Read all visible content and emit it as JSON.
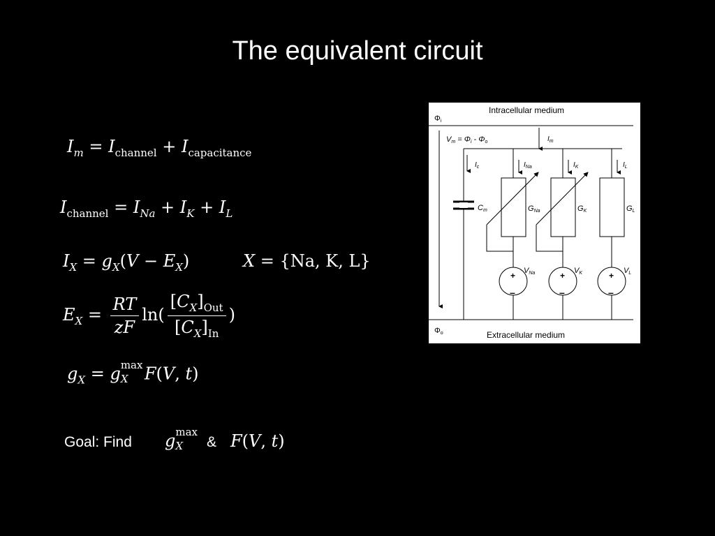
{
  "slide": {
    "title": "The equivalent circuit"
  },
  "goal": {
    "label": "Goal: Find",
    "ampersand": "&"
  },
  "circuit": {
    "intracellular": "Intracellular medium",
    "extracellular": "Extracellular medium"
  }
}
